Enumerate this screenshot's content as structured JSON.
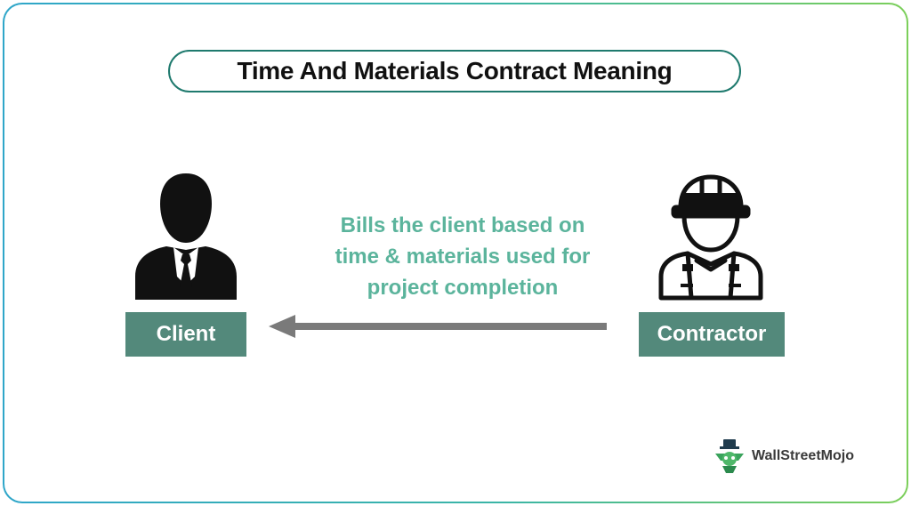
{
  "title": "Time And Materials Contract Meaning",
  "client": {
    "label": "Client",
    "icon": "businessman-icon"
  },
  "contractor": {
    "label": "Contractor",
    "icon": "construction-worker-icon"
  },
  "relationship": {
    "lines": [
      "Bills the client based on",
      "time & materials used for",
      "project completion"
    ],
    "direction": "contractor-to-client",
    "text_color": "#5bb49c",
    "arrow_color": "#7a7a7a"
  },
  "colors": {
    "label_bg": "#53897b",
    "title_border": "#1f7a6e",
    "frame_gradient_start": "#2fa6c9",
    "frame_gradient_end": "#7ccf5a"
  },
  "branding": {
    "logo_text": "WallStreetMojo",
    "icon": "wallstreetmojo-logo-icon"
  }
}
